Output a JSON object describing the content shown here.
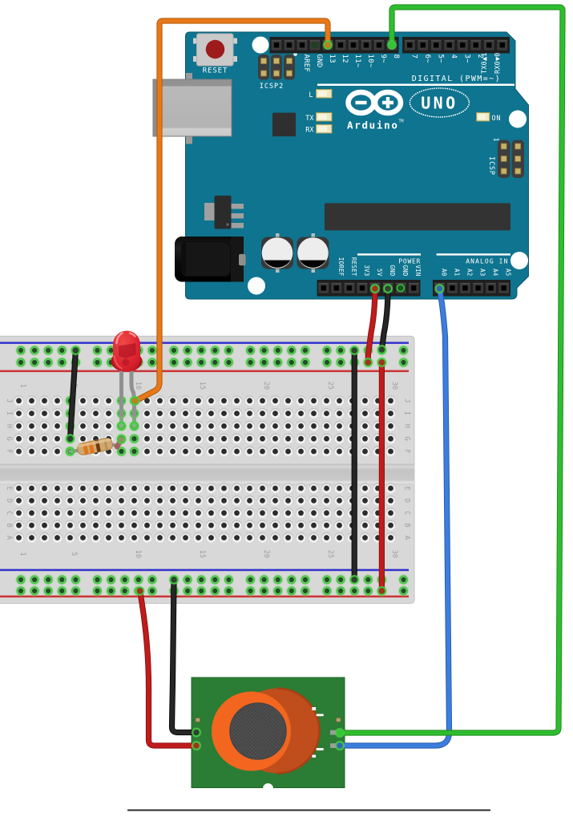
{
  "diagram_type": "circuit-wiring-diagram",
  "arduino": {
    "board_color": "#0e748f",
    "brand": "Arduino",
    "brand_tm": "TM",
    "model_badge": "UNO",
    "reset_label": "RESET",
    "icsp2_label": "ICSP2",
    "icsp_label": "ICSP",
    "icsp_pin1_label": "1",
    "digital_caption": "DIGITAL (PWM=~)",
    "digital_header_left": [
      "",
      "",
      "AREF",
      "GND",
      "13",
      "12",
      "11~",
      "10~",
      "9~",
      "8"
    ],
    "digital_header_right": [
      "7",
      "6~",
      "5~",
      "4",
      "3~",
      "2"
    ],
    "tx_pin_label": "TX0▲1",
    "rx_pin_label": "RX0▼0",
    "power_caption": "POWER",
    "power_header": [
      "",
      "IOREF",
      "RESET",
      "3V3",
      "5V",
      "GND",
      "GND",
      "VIN"
    ],
    "analog_caption": "ANALOG IN",
    "analog_header": [
      "A0",
      "A1",
      "A2",
      "A3",
      "A4",
      "A5"
    ],
    "led_labels": {
      "l": "L",
      "tx": "TX",
      "rx": "RX",
      "on": "ON"
    }
  },
  "breadboard": {
    "column_labels": [
      "1",
      "5",
      "10",
      "15",
      "20",
      "25",
      "30"
    ],
    "column_numbers": [
      1,
      5,
      10,
      15,
      20,
      25,
      30
    ],
    "row_labels_top": [
      "J",
      "I",
      "H",
      "G",
      "F"
    ],
    "row_labels_bottom": [
      "E",
      "D",
      "C",
      "B",
      "A"
    ],
    "columns": 30,
    "connected_columns_top_block": [
      5,
      9,
      10
    ]
  },
  "components": {
    "led": {
      "type": "LED 5mm",
      "color": "red",
      "anode": "breadboard H10",
      "cathode": "breadboard H9"
    },
    "resistor": {
      "type": "resistor",
      "bands": [
        "orange",
        "orange",
        "brown",
        "gold"
      ],
      "from": "breadboard F5",
      "to": "breadboard G9"
    },
    "gas_sensor": {
      "type": "MQ gas sensor module",
      "pcb_color": "#2b7c34",
      "sensor_color": "orange"
    }
  },
  "wires": [
    {
      "id": "orange-d13",
      "color_name": "orange",
      "color": "#e87818",
      "from": "Arduino digital pin 13",
      "to": "breadboard J10"
    },
    {
      "id": "blue-a0",
      "color_name": "blue",
      "color": "#3c7ede",
      "from": "Arduino analog pin A0",
      "to": "gas sensor right pin 2"
    },
    {
      "id": "green-d8",
      "color_name": "green",
      "color": "#2fbd2f",
      "from": "Arduino digital pin 8",
      "to": "gas sensor right pin 1"
    },
    {
      "id": "red-5v",
      "color_name": "red",
      "color": "#c01c1c",
      "from": "Arduino 5V",
      "to": "breadboard top + rail"
    },
    {
      "id": "black-gnd",
      "color_name": "black",
      "color": "#262626",
      "from": "Arduino GND",
      "to": "breadboard top - rail"
    },
    {
      "id": "black-rail-jumper",
      "color_name": "black",
      "color": "#262626",
      "from": "breadboard top - rail",
      "to": "breadboard G5"
    },
    {
      "id": "black-vertical-jumper",
      "color_name": "black",
      "color": "#262626",
      "from": "breadboard top - rail",
      "to": "breadboard bottom - rail"
    },
    {
      "id": "red-vertical-jumper",
      "color_name": "red",
      "color": "#c01c1c",
      "from": "breadboard top + rail",
      "to": "breadboard bottom + rail"
    },
    {
      "id": "red-sensor",
      "color_name": "red",
      "color": "#c01c1c",
      "from": "breadboard bottom + rail",
      "to": "gas sensor left pin 2"
    },
    {
      "id": "black-sensor",
      "color_name": "black",
      "color": "#262626",
      "from": "breadboard bottom - rail",
      "to": "gas sensor left pin 1"
    }
  ]
}
